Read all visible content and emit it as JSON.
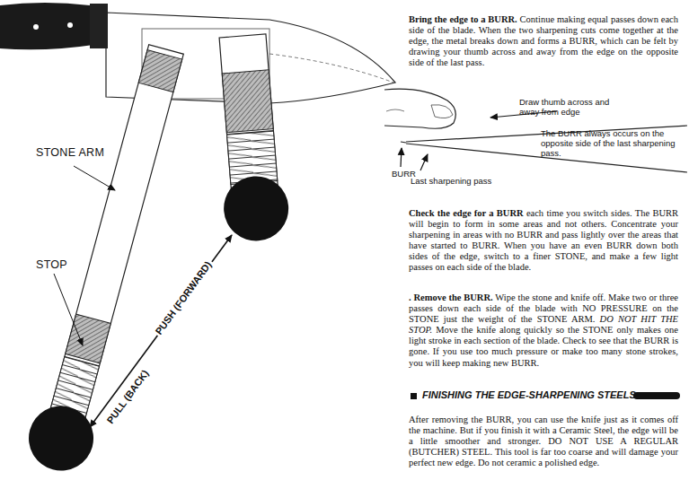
{
  "diagram": {
    "labels": [
      "Bring the edge to a BURR.",
      "Continue making equal passes down each side of the blade. When the two sharpening cuts come together at the edge, the metal breaks down and forms a BURR, which can be felt by drawing your thumb across and away from the edge on the opposite side of the last pass.",
      "Draw thumb across and away from edge",
      "The BURR always occurs on the opposite side of the last sharpening pass.",
      "BURR",
      "Last sharpening pass",
      "Check the edge for a BURR",
      "each time you switch sides. The BURR will begin to form in some areas and not others. Concentrate your sharpening in areas with no BURR and pass lightly over the areas that have started to BURR. When you have an even BURR down both sides of the edge, switch to a finer STONE, and make a few light passes on each side of the blade.",
      ". Remove the BURR.",
      "Wipe the stone and knife off. Make two or three passes down each side of the blade with NO PRESSURE on the STONE just the weight of the STONE ARM.",
      "DO NOT HIT THE STOP.",
      "Move the knife along quickly so the STONE only makes one light stroke in each section of the blade. Check to see that the BURR is gone. If you use too much pressure or make too many stone strokes, you will keep making new BURR.",
      "FINISHING THE EDGE-SHARPENING STEELS",
      "After removing the BURR, you can use the knife just as it comes off the machine. But if you finish it with a Ceramic Steel, the edge will be a little smoother and stronger. DO NOT USE A REGULAR (BUTCHER) STEEL. This tool is far too coarse and will damage your perfect new edge. Do not ceramic a polished edge.",
      "STONE ARM",
      "STOP",
      "PUSH (FORWARD)",
      "PULL (BACK)"
    ]
  }
}
